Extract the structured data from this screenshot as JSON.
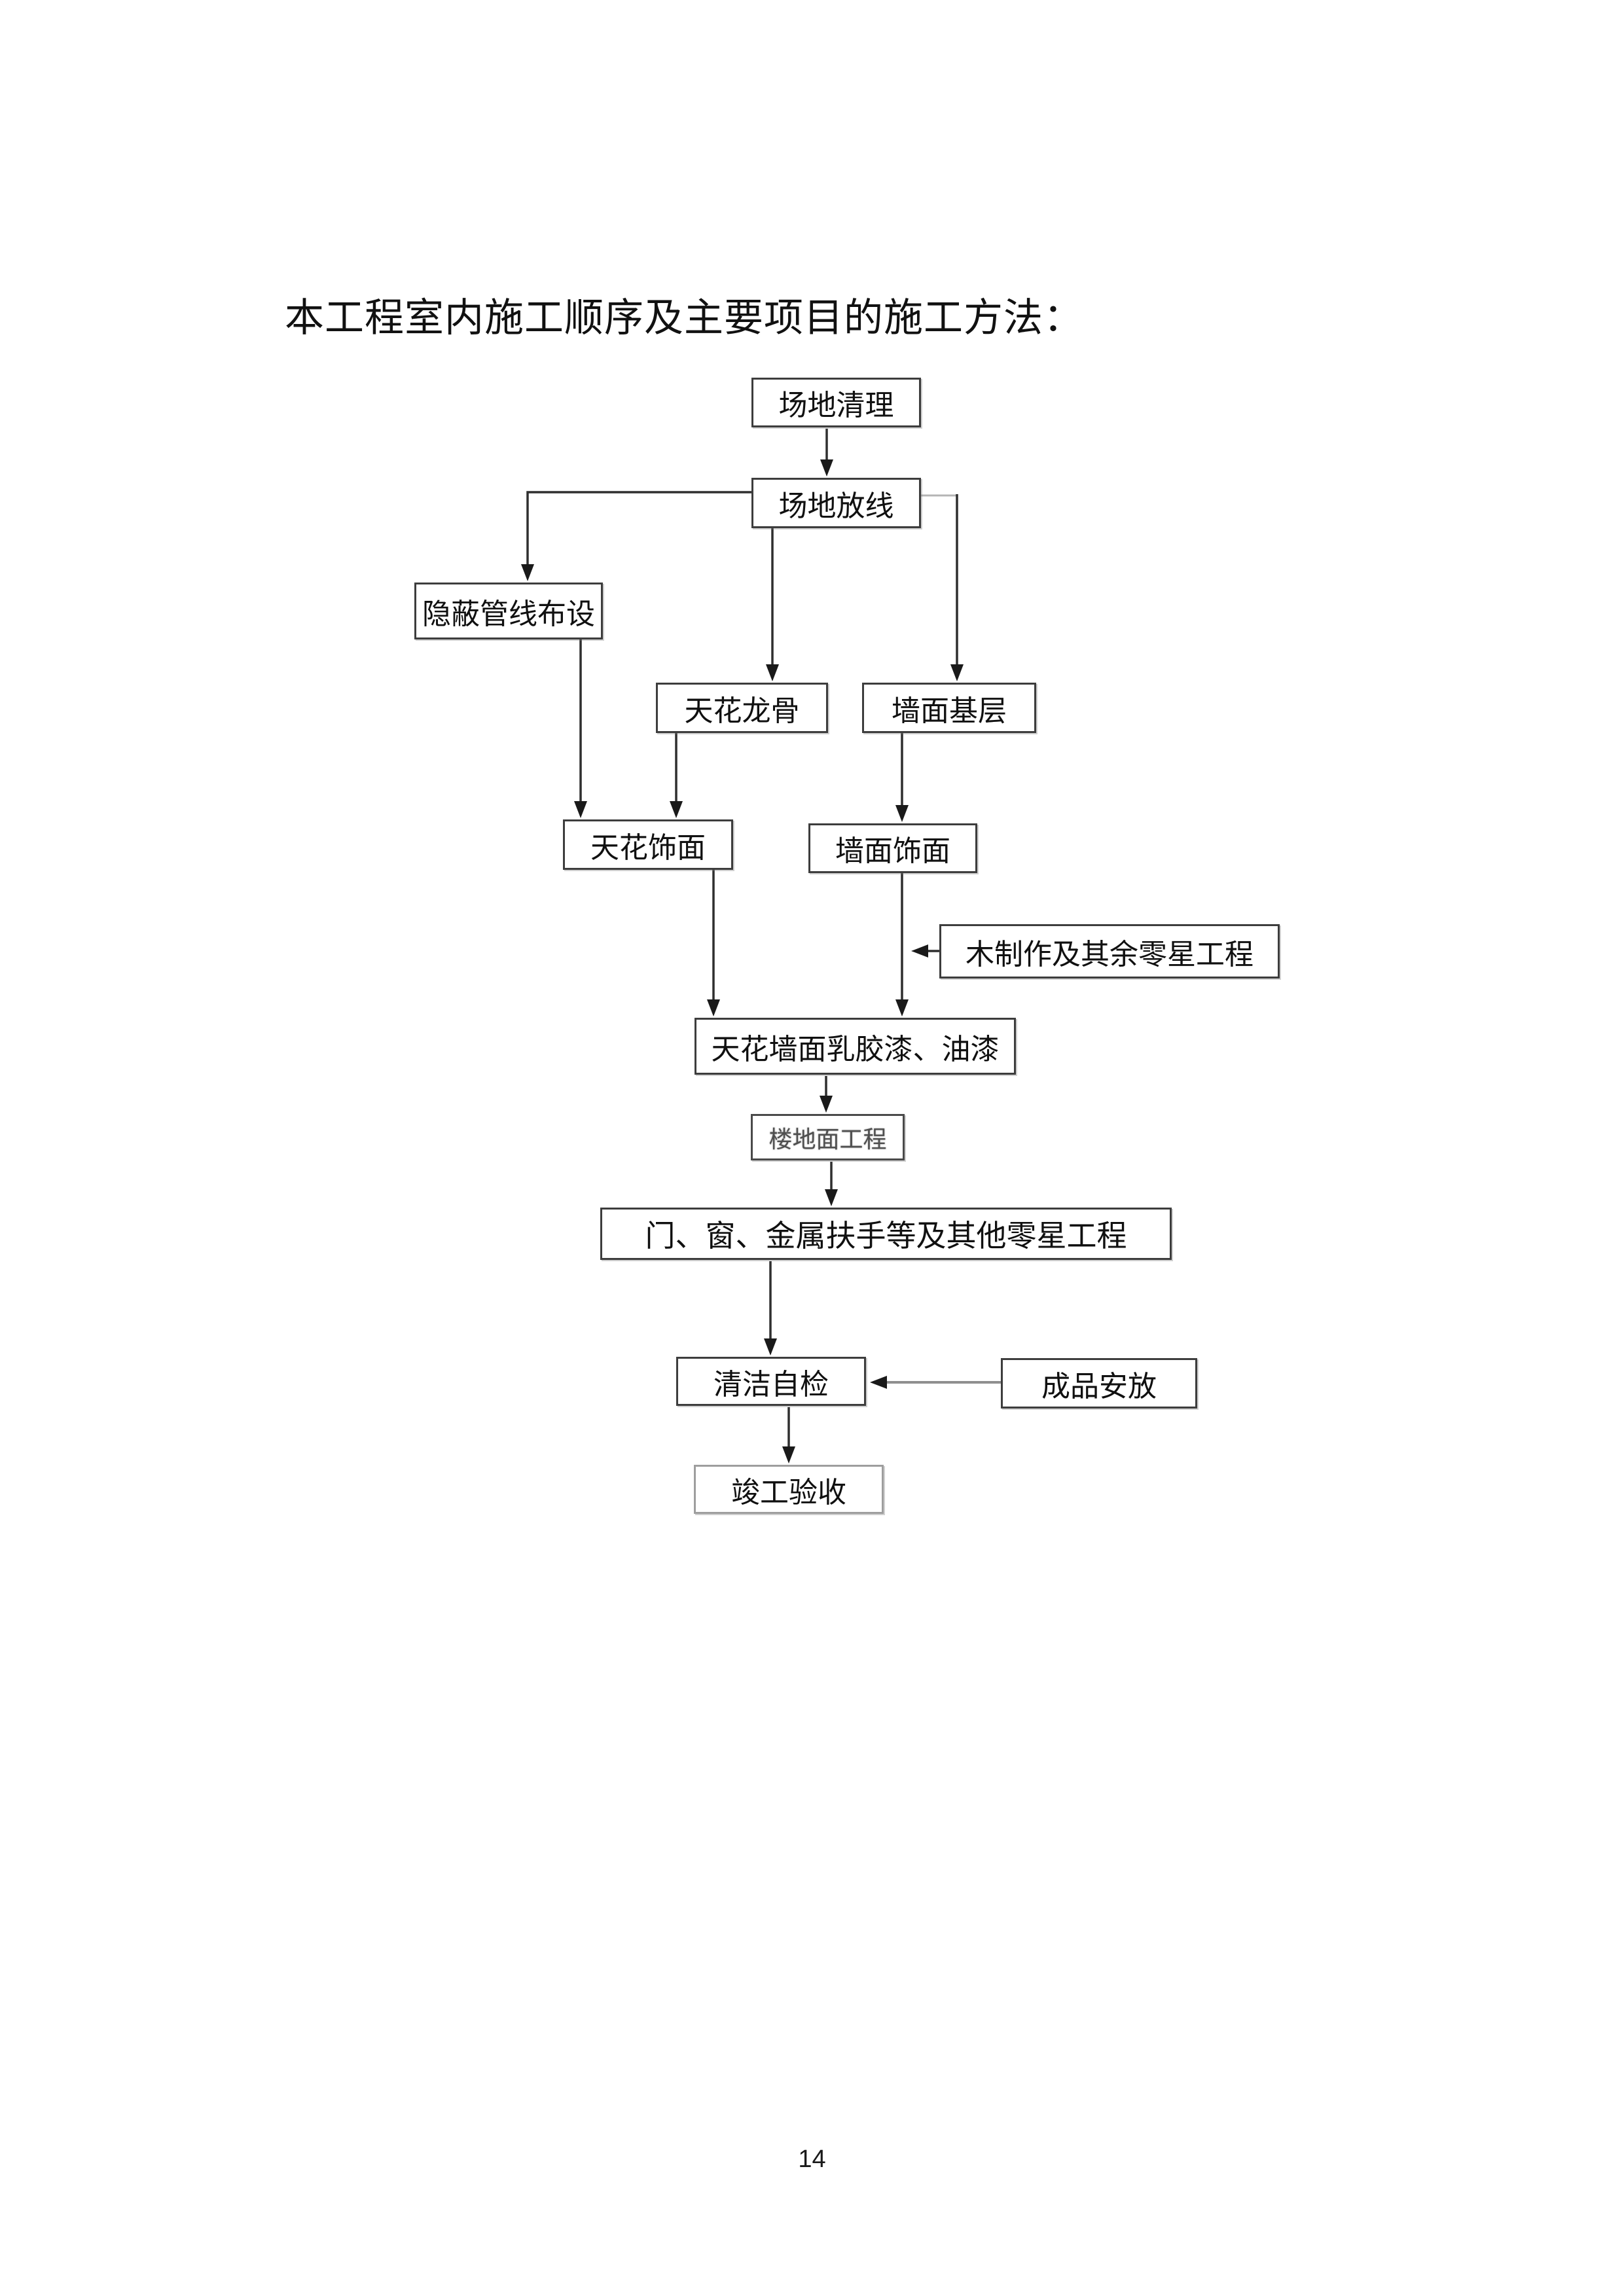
{
  "title": "本工程室内施工顺序及主要项目的施工方法：",
  "page": {
    "number": "14"
  },
  "palette": {
    "box_border": "#3d3d3d",
    "faded_box_border": "#9e9e9e",
    "connector_line": "#2f2f2f",
    "faded_connector_line": "#8f8f8f",
    "text": "#101010",
    "background": "#ffffff"
  },
  "flowchart": {
    "nodes": [
      {
        "id": "site-clearing",
        "label": "场地清理"
      },
      {
        "id": "site-layout",
        "label": "场地放线"
      },
      {
        "id": "hidden-pipeline",
        "label": "隐蔽管线布设"
      },
      {
        "id": "ceiling-keel",
        "label": "天花龙骨"
      },
      {
        "id": "wall-base",
        "label": "墙面基层"
      },
      {
        "id": "ceiling-finish",
        "label": "天花饰面"
      },
      {
        "id": "wall-finish",
        "label": "墙面饰面"
      },
      {
        "id": "wood-work",
        "label": "木制作及其余零星工程"
      },
      {
        "id": "latex-paint",
        "label": "天花墙面乳胶漆、油漆"
      },
      {
        "id": "floor-work",
        "label": "楼地面工程"
      },
      {
        "id": "doors-windows",
        "label": "门、窗、金属扶手等及其他零星工程"
      },
      {
        "id": "cleaning-check",
        "label": "清洁自检"
      },
      {
        "id": "product-placement",
        "label": "成品安放"
      },
      {
        "id": "completion-acceptance",
        "label": "竣工验收"
      }
    ],
    "edges": [
      {
        "from": "site-clearing",
        "to": "site-layout"
      },
      {
        "from": "site-layout",
        "to": "hidden-pipeline"
      },
      {
        "from": "site-layout",
        "to": "ceiling-keel"
      },
      {
        "from": "site-layout",
        "to": "wall-base"
      },
      {
        "from": "hidden-pipeline",
        "to": "ceiling-finish"
      },
      {
        "from": "ceiling-keel",
        "to": "ceiling-finish"
      },
      {
        "from": "wall-base",
        "to": "wall-finish"
      },
      {
        "from": "wall-finish",
        "to": "latex-paint"
      },
      {
        "from": "wood-work",
        "to": "latex-paint"
      },
      {
        "from": "ceiling-finish",
        "to": "latex-paint"
      },
      {
        "from": "latex-paint",
        "to": "floor-work"
      },
      {
        "from": "floor-work",
        "to": "doors-windows"
      },
      {
        "from": "doors-windows",
        "to": "cleaning-check"
      },
      {
        "from": "product-placement",
        "to": "cleaning-check"
      },
      {
        "from": "cleaning-check",
        "to": "completion-acceptance"
      }
    ]
  }
}
